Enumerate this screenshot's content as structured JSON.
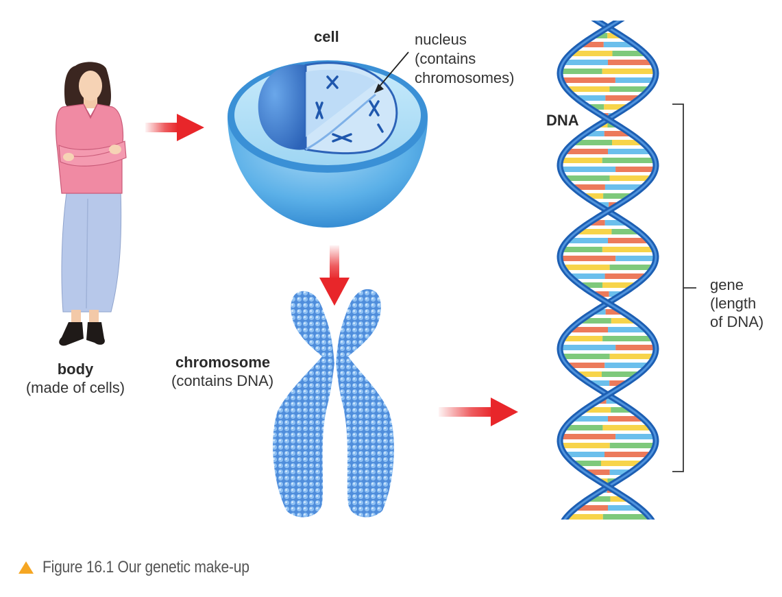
{
  "labels": {
    "body_title": "body",
    "body_sub": "(made of cells)",
    "cell_title": "cell",
    "nucleus_l1": "nucleus",
    "nucleus_l2": "(contains",
    "nucleus_l3": "chromosomes)",
    "chromosome_title": "chromosome",
    "chromosome_sub": "(contains DNA)",
    "dna_title": "DNA",
    "gene_l1": "gene",
    "gene_l2": "(length",
    "gene_l3": "of DNA)"
  },
  "caption": {
    "text": "Figure 16.1 Our genetic make-up",
    "marker_icon": "triangle-up-icon",
    "marker_color": "#f5a623"
  },
  "colors": {
    "arrow_red": "#e8262a",
    "cell_blue": "#4fa6e4",
    "nucleus_blue": "#3c7fd0",
    "chromosome_blue": "#5b97e0",
    "helix_blue": "#1d5fb3",
    "base_yellow": "#f7d44a",
    "base_cyan": "#6bbfec",
    "base_green": "#7ec97b",
    "base_coral": "#ec7a5b",
    "shirt_pink": "#f08aa3",
    "skirt_blue": "#b7c8ea"
  }
}
